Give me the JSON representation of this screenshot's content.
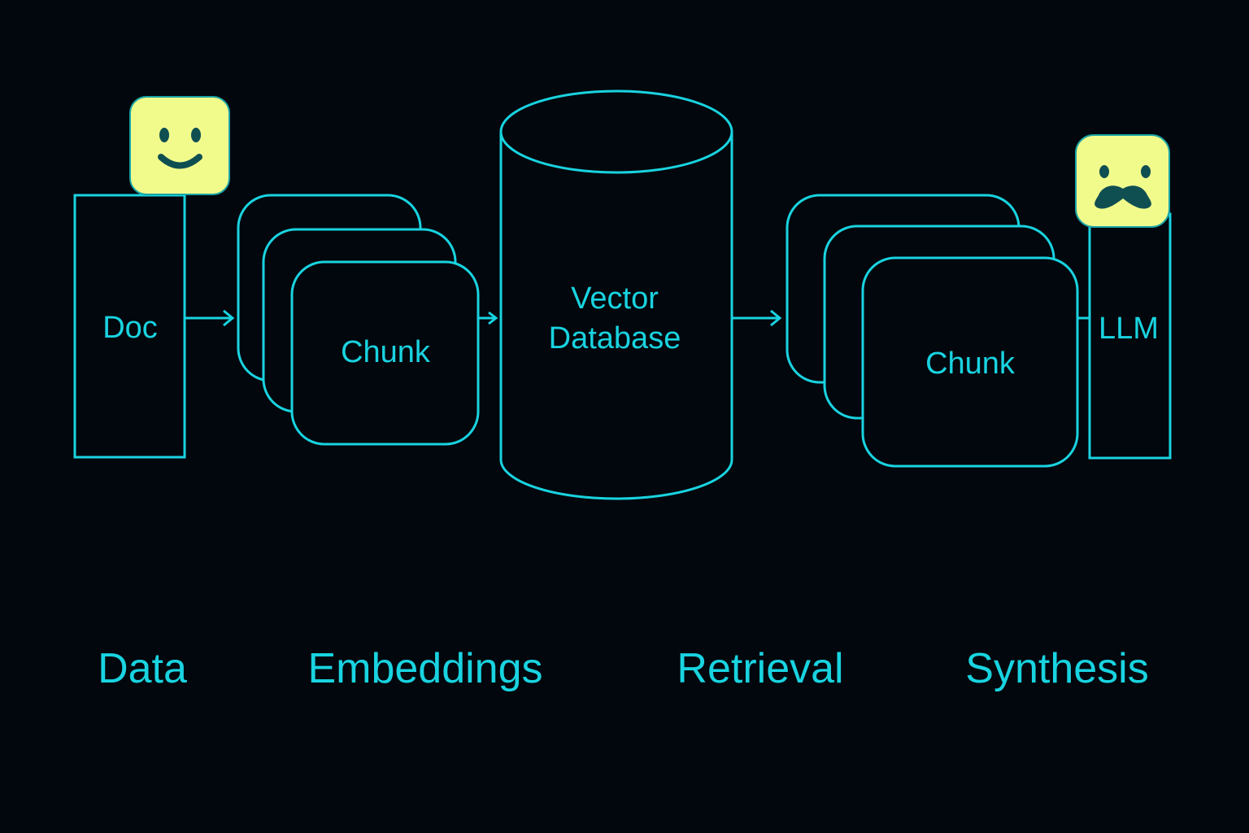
{
  "nodes": {
    "doc": "Doc",
    "chunk_left": "Chunk",
    "vector_db_line1": "Vector",
    "vector_db_line2": "Database",
    "chunk_right": "Chunk",
    "llm": "LLM"
  },
  "stages": [
    "Data",
    "Embeddings",
    "Retrieval",
    "Synthesis"
  ],
  "colors": {
    "background": "#02070d",
    "accent": "#19d3e0",
    "face_fill": "#f1fb8c",
    "face_feature": "#0f4f52"
  },
  "icons": [
    "smiley-face-icon",
    "mustache-face-icon",
    "arrow-right-icon",
    "database-cylinder-icon"
  ]
}
